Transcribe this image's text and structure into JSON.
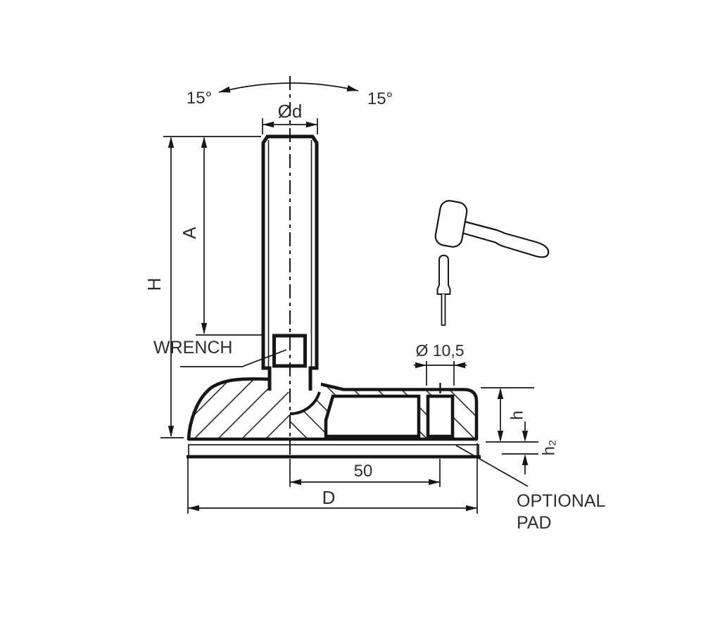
{
  "drawing": {
    "colors": {
      "line": "#161616",
      "text": "#2e2e31",
      "background": "#ffffff"
    },
    "labels": {
      "angle_left": "15°",
      "angle_right": "15°",
      "thread_diameter": "Ød",
      "overall_height": "H",
      "thread_length": "A",
      "wrench_note": "WRENCH",
      "hole_diameter": "Ø 10,5",
      "base_height": "h",
      "pad_thickness": "h₂",
      "hole_offset": "50",
      "base_diameter": "D",
      "optional_pad_line1": "OPTIONAL",
      "optional_pad_line2": "PAD"
    }
  }
}
